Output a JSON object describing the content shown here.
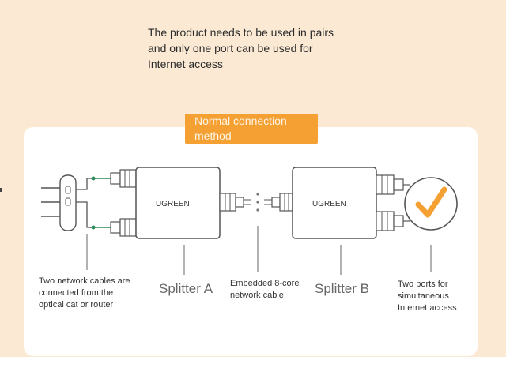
{
  "intro": {
    "line1": "The product needs to be used in pairs",
    "line2": "and only one port can be used for",
    "line3": "Internet access"
  },
  "badge": {
    "line1": "Normal connection",
    "line2": "method"
  },
  "splitter_a": {
    "brand": "UGREEN",
    "name": "Splitter A"
  },
  "splitter_b": {
    "brand": "UGREEN",
    "name": "Splitter B"
  },
  "labels": {
    "cables": [
      "Two network cables are",
      "connected from the",
      "optical cat or router"
    ],
    "embedded": [
      "Embedded 8-core",
      "network cable"
    ],
    "ports": [
      "Two ports for",
      "simultaneous",
      "Internet access"
    ]
  },
  "colors": {
    "accent": "#f5a033",
    "background": "#fbe9d4",
    "wire_green": "#2e8b57"
  },
  "icons": {
    "check": "checkmark-icon"
  }
}
